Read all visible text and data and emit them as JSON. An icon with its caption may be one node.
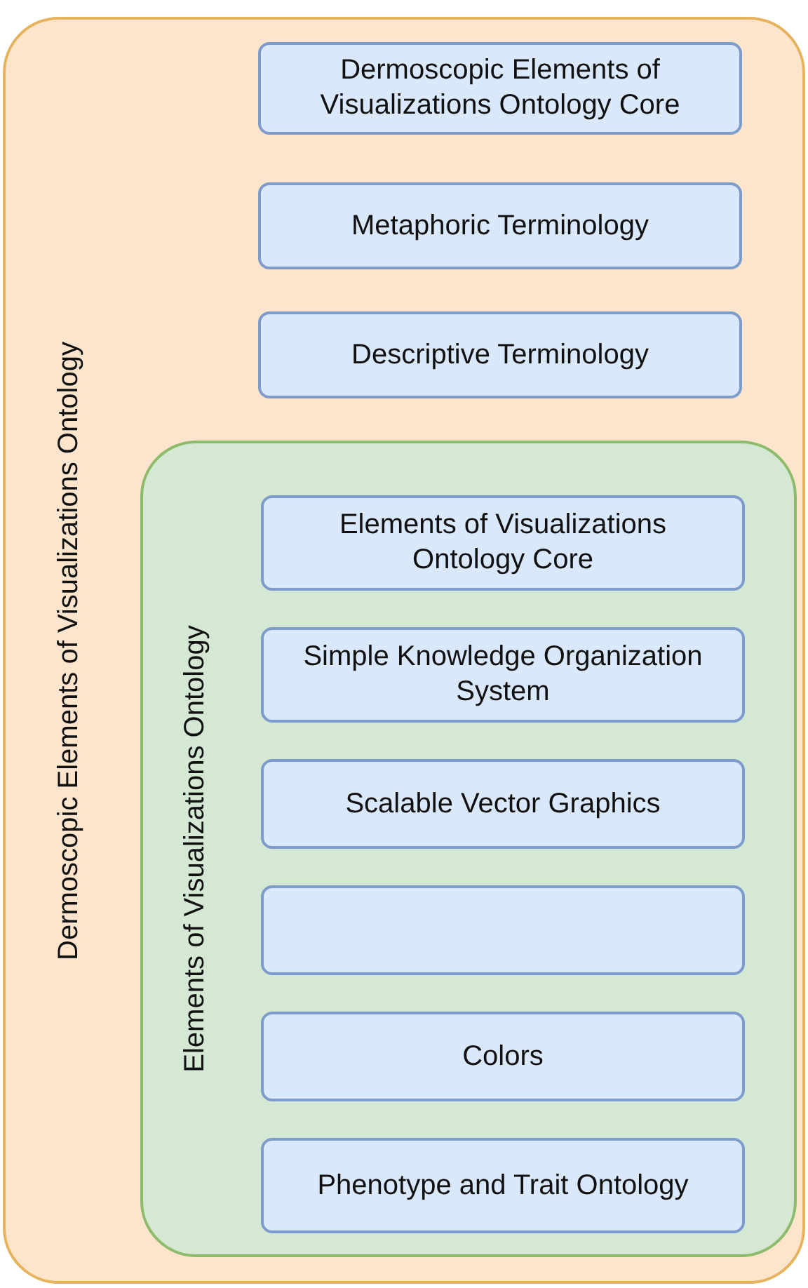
{
  "diagram": {
    "nodes": [
      {
        "text": [
          "Dermoscopic Elements of Visualizations Ontology"
        ]
      },
      {
        "text": [
          "Dermoscopic Elements of Visualizations Ontology Core"
        ],
        "in": 0
      },
      {
        "text": [
          "Metaphoric Terminology"
        ],
        "in": 0
      },
      {
        "text": [
          "Descriptive Terminology"
        ],
        "in": 0
      },
      {
        "text": [
          "Elements of Visualizations Ontology"
        ],
        "in": 0
      },
      {
        "text": [
          "Elements of Visualizations Ontology Core"
        ],
        "in": 4
      },
      {
        "text": [
          "Simple Knowledge Organization System"
        ],
        "in": 4
      },
      {
        "text": [
          "Scalable Vector Graphics"
        ],
        "in": 4
      },
      {
        "text": [],
        "shape": "box",
        "in": 4
      },
      {
        "text": [
          "Colors"
        ],
        "in": 4
      },
      {
        "text": [
          "Phenotype and Trait Ontology"
        ],
        "in": 4
      }
    ],
    "edges": []
  }
}
